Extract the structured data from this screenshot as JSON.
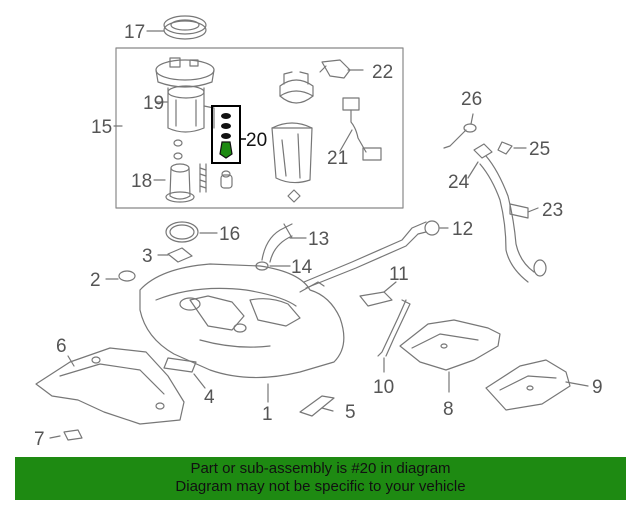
{
  "callouts": {
    "c1": "1",
    "c2": "2",
    "c3": "3",
    "c4": "4",
    "c5": "5",
    "c6": "6",
    "c7": "7",
    "c8": "8",
    "c9": "9",
    "c10": "10",
    "c11": "11",
    "c12": "12",
    "c13": "13",
    "c14": "14",
    "c15": "15",
    "c16": "16",
    "c17": "17",
    "c18": "18",
    "c19": "19",
    "c20": "20",
    "c21": "21",
    "c22": "22",
    "c23": "23",
    "c24": "24",
    "c25": "25",
    "c26": "26"
  },
  "highlighted_part": "20",
  "colors": {
    "footer_bg": "#1e8a12",
    "line": "#777777",
    "highlight": "#000000"
  },
  "footer": {
    "line1": "Part or sub-assembly is #20 in diagram",
    "line2": "Diagram may not be specific to your vehicle"
  }
}
